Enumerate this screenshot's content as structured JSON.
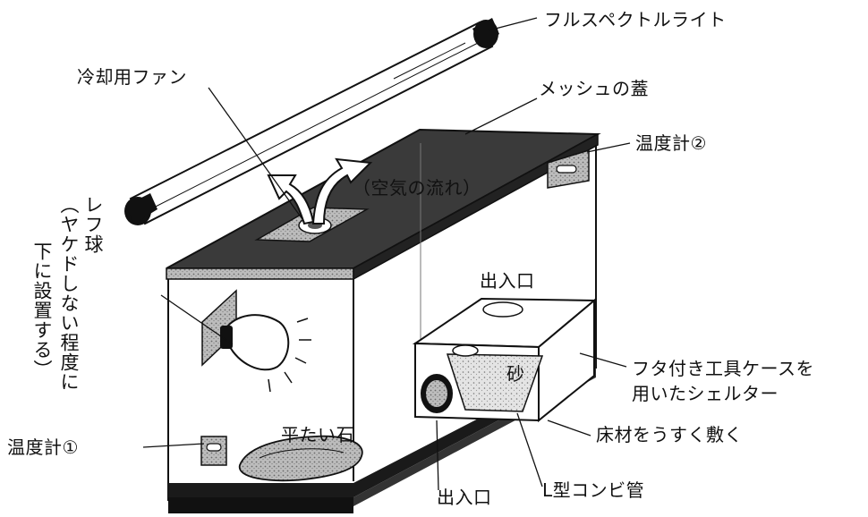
{
  "labels": {
    "full_spectrum_light": "フルスペクトルライト",
    "cooling_fan": "冷却用ファン",
    "mesh_lid": "メッシュの蓋",
    "thermometer_2": "温度計②",
    "air_flow": "（空気の流れ）",
    "reflector_bulb_title": "レフ球",
    "reflector_bulb_note_1": "（ヤケドしない程度に",
    "reflector_bulb_note_2": "下に設置する）",
    "entrance_top": "出入口",
    "sand": "砂",
    "shelter_line_1": "フタ付き工具ケースを",
    "shelter_line_2": "用いたシェルター",
    "thermometer_1": "温度計①",
    "flat_stone": "平たい石",
    "flooring": "床材をうすく敷く",
    "entrance_bottom": "出入口",
    "l_pipe": "L型コンビ管"
  },
  "colors": {
    "ink": "#111111",
    "lid_fill": "#3a3a3a",
    "sand_fill": "#d8d8d8",
    "background": "#ffffff"
  }
}
